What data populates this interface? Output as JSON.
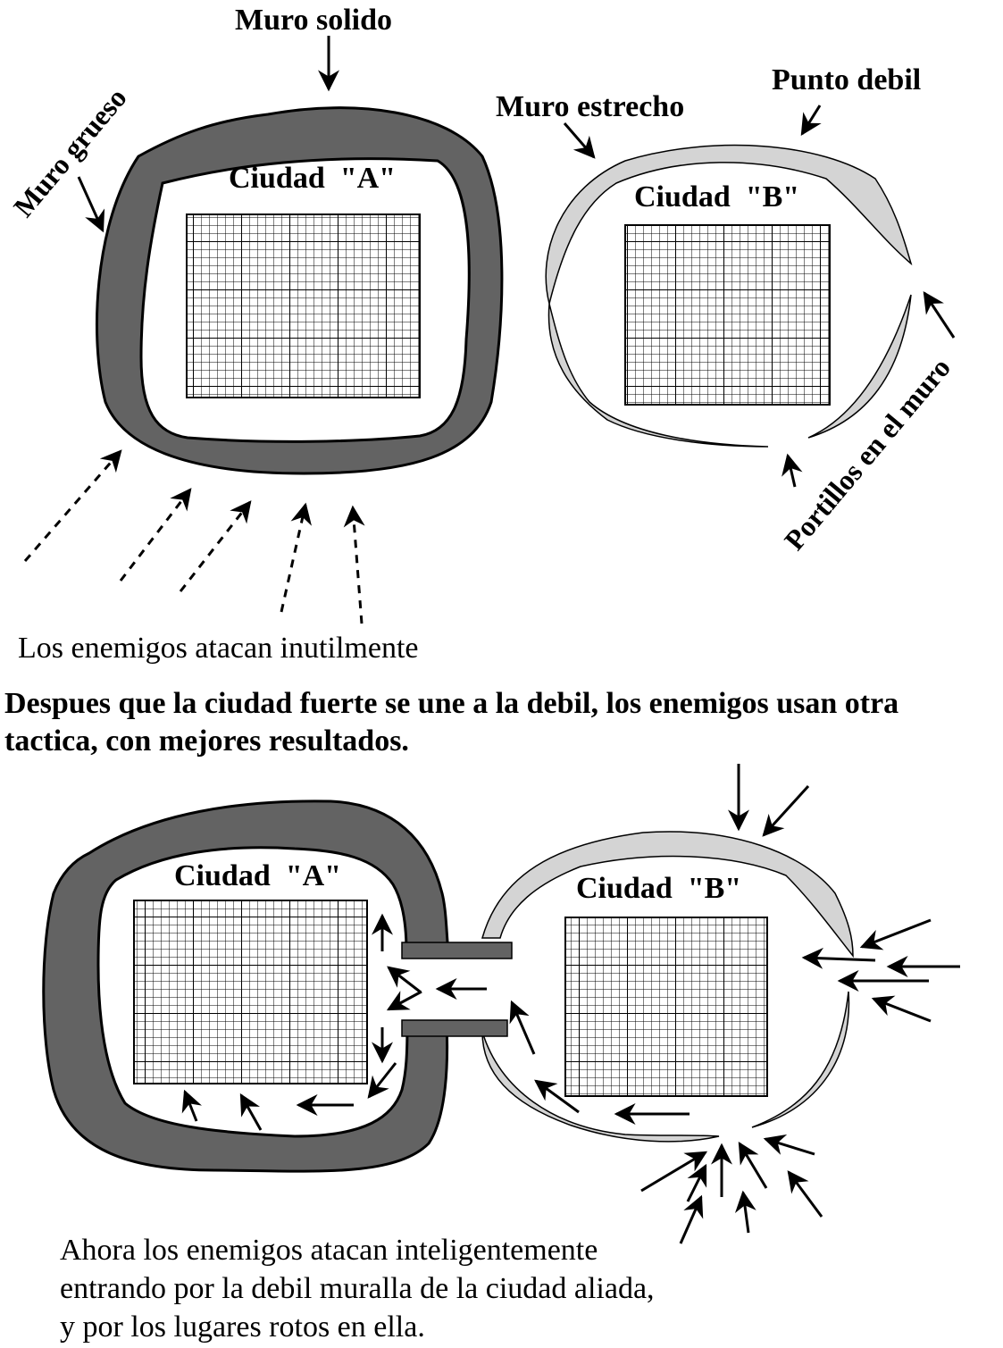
{
  "top_diagram": {
    "label_solid_wall": "Muro solido",
    "label_thick_wall": "Muro grueso",
    "label_narrow_wall": "Muro estrecho",
    "label_weak_point": "Punto debil",
    "label_breaches": "Portillos en el muro",
    "city_a_label": "Ciudad  \"A\"",
    "city_b_label": "Ciudad  \"B\"",
    "caption": "Los enemigos atacan inutilmente"
  },
  "middle_text": "Despues que la ciudad fuerte se une a la debil, los enemigos usan otra tactica, con mejores resultados.",
  "bottom_diagram": {
    "city_a_label": "Ciudad  \"A\"",
    "city_b_label": "Ciudad  \"B\"",
    "caption": "Ahora los enemigos atacan inteligentemente entrando por la debil muralla de la ciudad aliada, y por los lugares rotos en ella."
  },
  "colors": {
    "thick_wall": "#636363",
    "thin_wall": "#d4d4d4",
    "ink": "#000000"
  }
}
